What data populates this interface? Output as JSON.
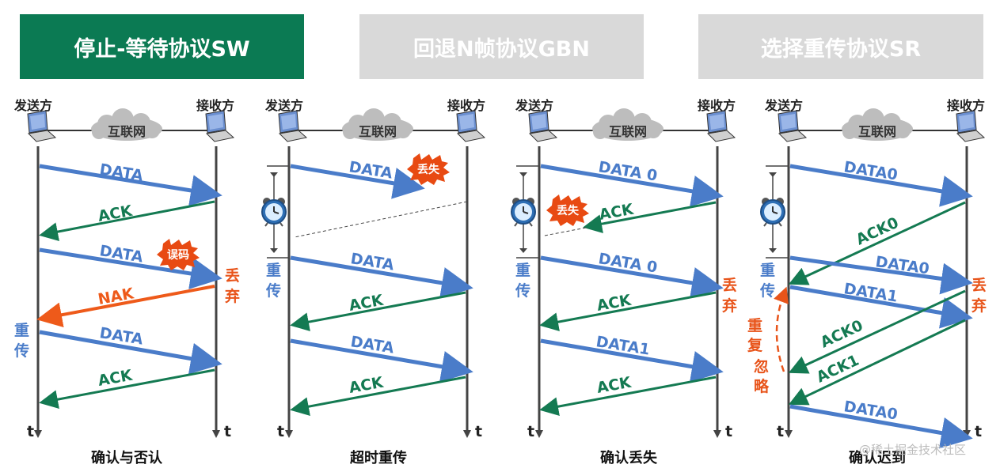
{
  "tabs": [
    {
      "label": "停止-等待协议SW",
      "active": true
    },
    {
      "label": "回退N帧协议GBN",
      "active": false
    },
    {
      "label": "选择重传协议SR",
      "active": false
    }
  ],
  "colors": {
    "active_tab": "#0b7a53",
    "inactive_tab": "#d9d9d9",
    "data_arrow": "#4a7cc9",
    "ack_arrow": "#147a52",
    "nak_arrow": "#ee5a1a",
    "error_red": "#e8541a"
  },
  "labels": {
    "sender": "发送方",
    "receiver": "接收方",
    "internet": "互联网",
    "time": "t"
  },
  "panels": [
    {
      "caption": "确认与否认",
      "messages": [
        "DATA",
        "ACK",
        "DATA",
        "NAK",
        "DATA",
        "ACK"
      ],
      "burst": "误码",
      "discard": "丢弃",
      "retransmit": "重传"
    },
    {
      "caption": "超时重传",
      "messages": [
        "DATA",
        "DATA",
        "ACK",
        "DATA",
        "ACK"
      ],
      "burst": "丢失",
      "retransmit": "重传"
    },
    {
      "caption": "确认丢失",
      "messages": [
        "DATA 0",
        "ACK",
        "DATA 0",
        "ACK",
        "DATA1",
        "ACK"
      ],
      "burst": "丢失",
      "discard": "丢弃",
      "retransmit": "重传"
    },
    {
      "caption": "确认迟到",
      "messages": [
        "DATA0",
        "ACK0",
        "DATA0",
        "DATA1",
        "ACK0",
        "ACK1",
        "DATA0"
      ],
      "discard": "丢弃",
      "retransmit": "重传",
      "duplicate": "重复",
      "ignore": "忽略"
    }
  ],
  "watermark": "@稀土掘金技术社区"
}
